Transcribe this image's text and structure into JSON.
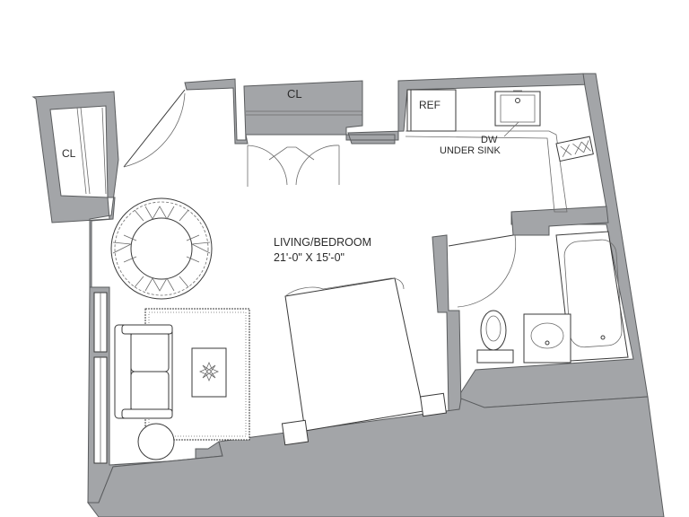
{
  "labels": {
    "closet_left": "CL",
    "closet_top": "CL",
    "fridge": "REF",
    "dishwasher": "DW",
    "under_sink": "UNDER SINK",
    "room_name": "LIVING/BEDROOM",
    "room_size": "21'-0\" X 15'-0\""
  },
  "colors": {
    "wall": "#a3a5a8",
    "outline": "#3a3a3a",
    "text": "#2b2b2b"
  }
}
